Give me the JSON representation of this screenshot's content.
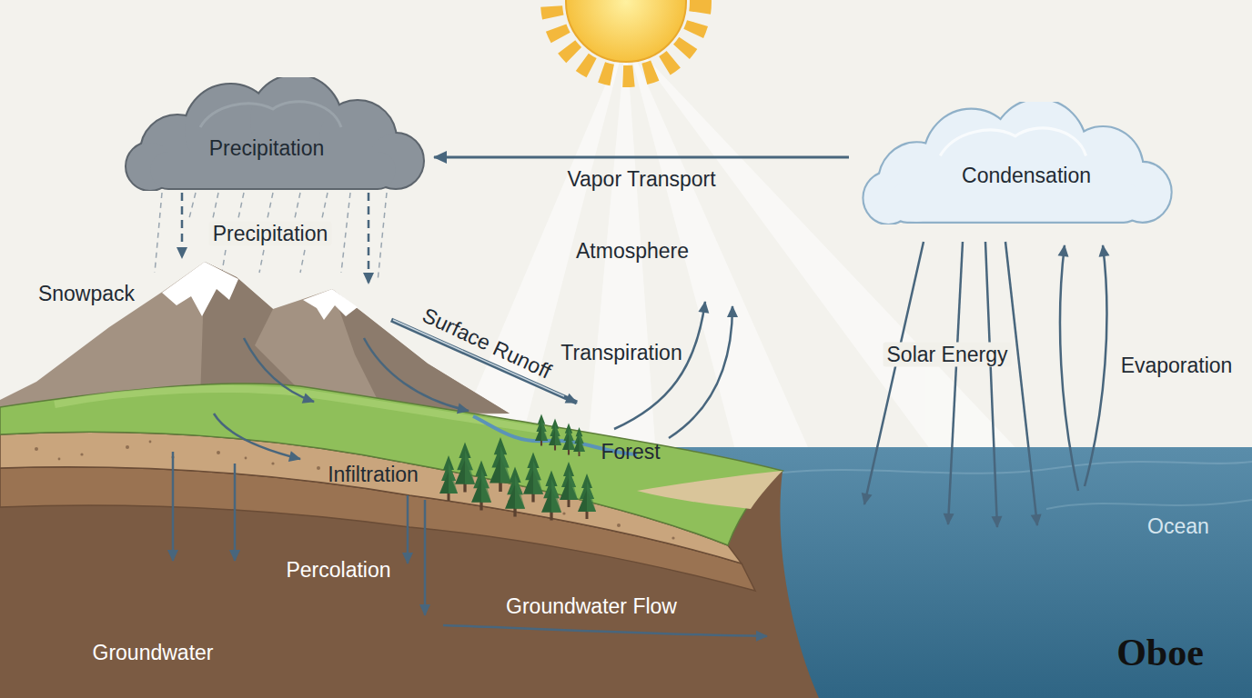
{
  "diagram": {
    "nodes": [
      {
        "text": [
          "Precipitation"
        ]
      },
      {
        "text": [
          "Condensation"
        ]
      }
    ],
    "edges": [
      {
        "from": 1,
        "to": 0,
        "label": "Vapor Transport",
        "arrow": "to"
      }
    ],
    "labels": [
      "Precipitation",
      "Snowpack",
      "Atmosphere",
      "Surface Runoff",
      "Transpiration",
      "Solar Energy",
      "Evaporation",
      "Forest",
      "Infiltration",
      "Percolation",
      "Groundwater Flow",
      "Groundwater",
      "Ocean",
      "Oboe"
    ]
  }
}
